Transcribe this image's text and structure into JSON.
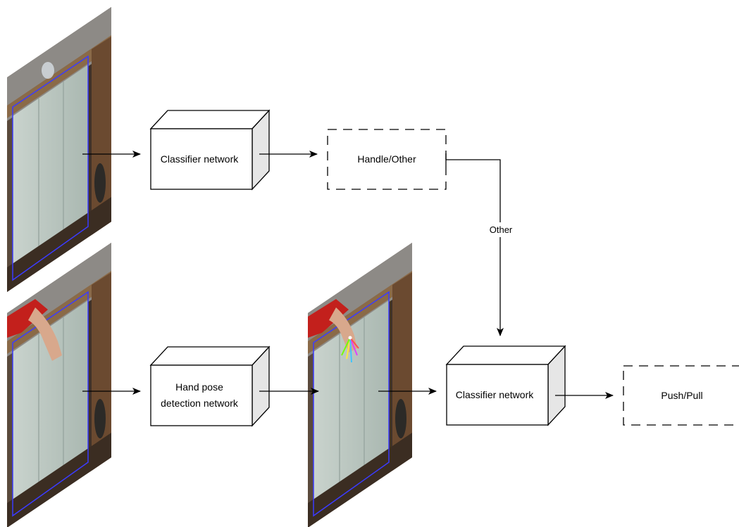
{
  "diagram": {
    "nodes": {
      "classifier_top": {
        "label": "Classifier network"
      },
      "handle_other": {
        "label": "Handle/Other"
      },
      "hand_pose": {
        "label_line1": "Hand pose",
        "label_line2": "detection network"
      },
      "classifier_bottom": {
        "label": "Classifier network"
      },
      "push_pull": {
        "label": "Push/Pull"
      }
    },
    "edges": {
      "other_label": "Other"
    },
    "images": [
      {
        "id": "cabinet-top",
        "subject": "white cabinet doors with blue bounding box"
      },
      {
        "id": "cabinet-hand",
        "subject": "cabinet with red-sleeved hand pushing door"
      },
      {
        "id": "cabinet-hand-keypoints",
        "subject": "cabinet with hand pose keypoints overlaid"
      }
    ],
    "colors": {
      "box_fill": "#ffffff",
      "box_side": "#e6e6e6",
      "stroke": "#000000",
      "bbox": "#3b3bff",
      "cabinet": "#b9c6c0",
      "wood": "#6e4e33",
      "sleeve": "#c3201c",
      "skin": "#d8a88c"
    }
  }
}
